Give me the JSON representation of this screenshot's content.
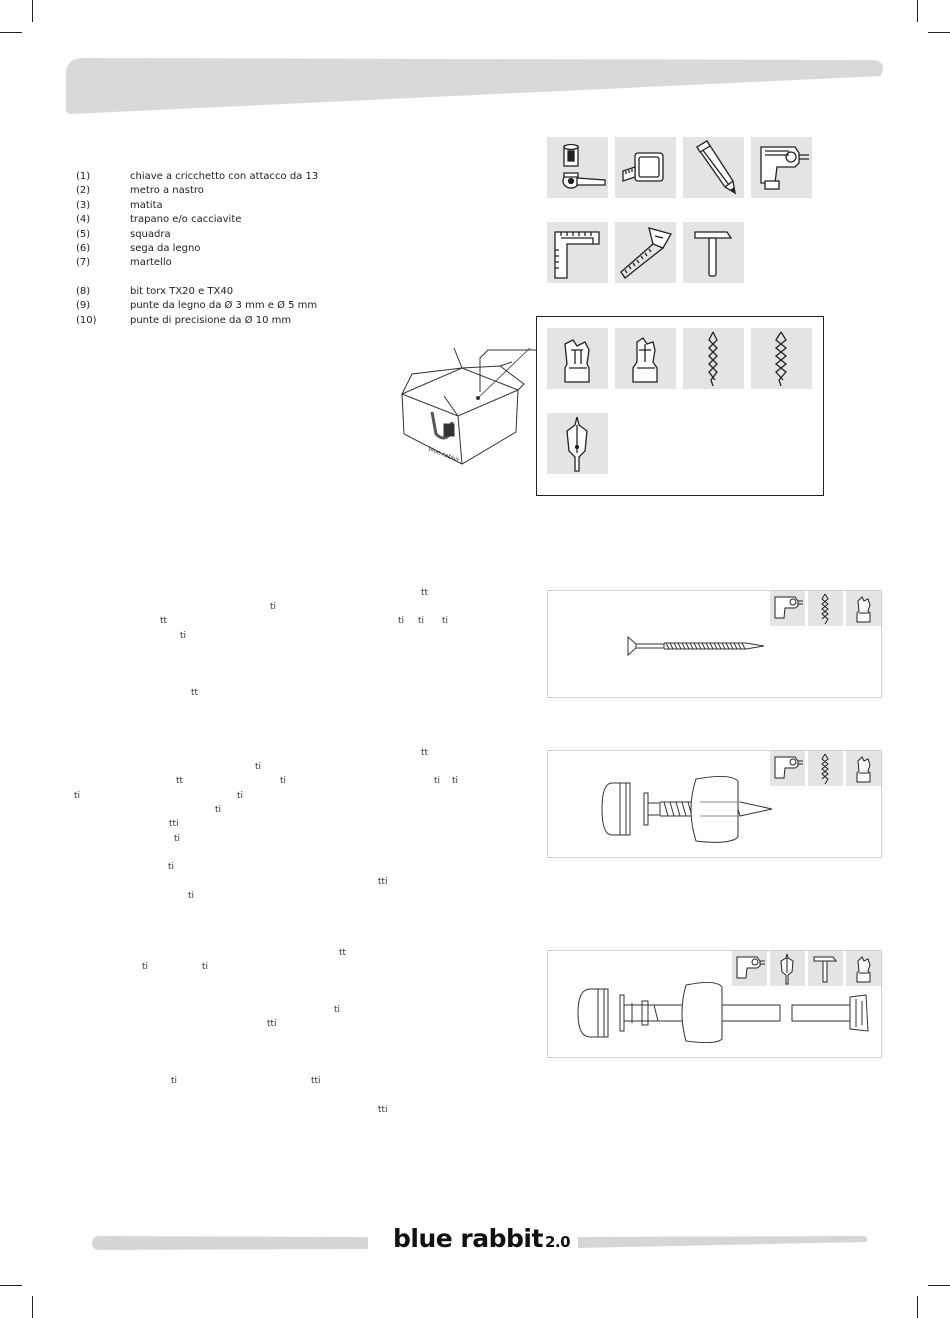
{
  "tools_list": [
    {
      "num": "(1)",
      "label": "chiave a cricchetto con attacco da 13"
    },
    {
      "num": "(2)",
      "label": "metro a nastro"
    },
    {
      "num": "(3)",
      "label": "matita"
    },
    {
      "num": "(4)",
      "label": "trapano e/o cacciavite"
    },
    {
      "num": "(5)",
      "label": "squadra"
    },
    {
      "num": "(6)",
      "label": "sega da legno"
    },
    {
      "num": "(7)",
      "label": "martello"
    }
  ],
  "bits_list": [
    {
      "num": "(8)",
      "label": "bit torx TX20 e TX40"
    },
    {
      "num": "(9)",
      "label": "punte da legno da Ø 3 mm e Ø 5 mm"
    },
    {
      "num": "(10)",
      "label": "punte di precisione da Ø 10 mm"
    }
  ],
  "ligature_fragments": [
    {
      "text": "tt"
    },
    {
      "text": "ti"
    },
    {
      "text": "tt"
    },
    {
      "text": "ti"
    },
    {
      "text": "ti"
    },
    {
      "text": "ti"
    },
    {
      "text": "ti"
    },
    {
      "text": "tt"
    },
    {
      "text": "tt"
    },
    {
      "text": "ti"
    },
    {
      "text": "tt"
    },
    {
      "text": "ti"
    },
    {
      "text": "ti"
    },
    {
      "text": "ti"
    },
    {
      "text": "ti"
    },
    {
      "text": "ti"
    },
    {
      "text": "ti"
    },
    {
      "text": "tti"
    },
    {
      "text": "ti"
    },
    {
      "text": "ti"
    },
    {
      "text": "tti"
    },
    {
      "text": "ti"
    },
    {
      "text": "tt"
    },
    {
      "text": "ti"
    },
    {
      "text": "ti"
    },
    {
      "text": "ti"
    },
    {
      "text": "tti"
    },
    {
      "text": "ti"
    },
    {
      "text": "tti"
    },
    {
      "text": "tti"
    }
  ],
  "box_logo": "blue rabbit",
  "footer": {
    "brand": "blue rabbit",
    "version": "2.0"
  },
  "colors": {
    "band": "#d9d9d9",
    "tile": "#e4e4e4",
    "footer_bar": "#d6d6d6",
    "ink": "#222222"
  }
}
